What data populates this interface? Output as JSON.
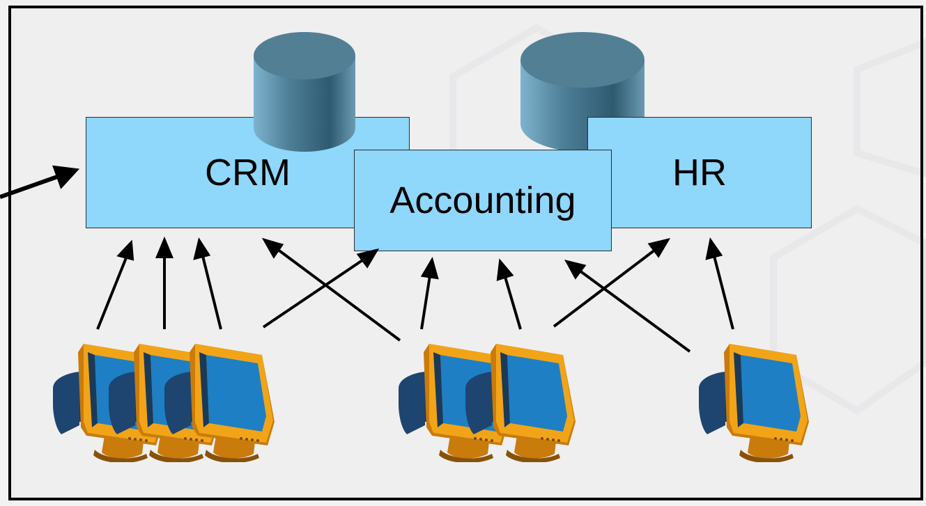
{
  "systems": {
    "crm": {
      "label": "CRM"
    },
    "accounting": {
      "label": "Accounting"
    },
    "hr": {
      "label": "HR"
    }
  },
  "colors": {
    "system_box": "#8fd7fb",
    "database": "#4f7d96",
    "monitor_frame": "#f2a418",
    "monitor_screen": "#1e7fc4",
    "arrow": "#000000"
  },
  "icons": [
    "database-icon",
    "computer-monitor-icon"
  ]
}
